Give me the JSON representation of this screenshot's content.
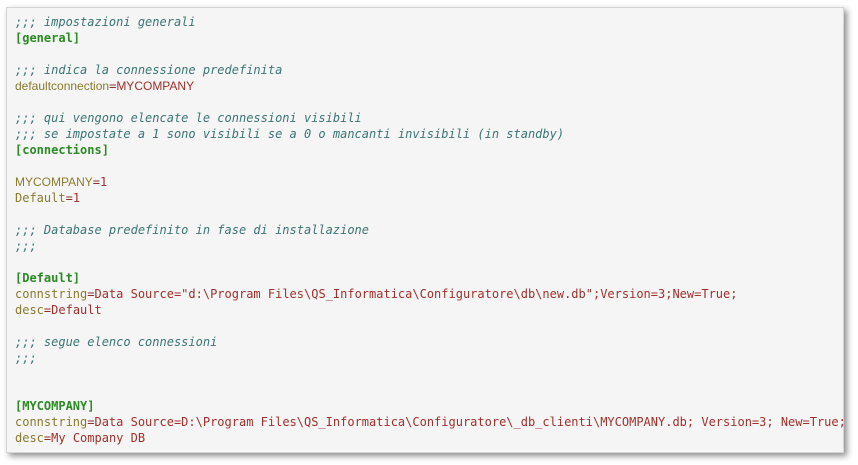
{
  "lines": [
    {
      "type": "comment",
      "text": ";;; impostazioni generali"
    },
    {
      "type": "section",
      "text": "[general]"
    },
    {
      "type": "blank"
    },
    {
      "type": "comment",
      "text": ";;; indica la connessione predefinita"
    },
    {
      "type": "kv",
      "key": "defaultconnection",
      "value": "MYCOMPANY"
    },
    {
      "type": "blank"
    },
    {
      "type": "comment",
      "text": ";;; qui vengono elencate le connessioni visibili"
    },
    {
      "type": "comment",
      "text": ";;; se impostate a 1 sono visibili se a 0 o mancanti invisibili (in standby)"
    },
    {
      "type": "section",
      "text": "[connections]"
    },
    {
      "type": "blank"
    },
    {
      "type": "kv",
      "key": "MYCOMPANY",
      "value": "1"
    },
    {
      "type": "kv",
      "key": "Default",
      "value": "1"
    },
    {
      "type": "blank"
    },
    {
      "type": "comment",
      "text": ";;; Database predefinito in fase di installazione"
    },
    {
      "type": "comment",
      "text": ";;;"
    },
    {
      "type": "blank"
    },
    {
      "type": "section",
      "text": "[Default]"
    },
    {
      "type": "kv",
      "key": "connstring",
      "value": "Data Source=\"d:\\Program Files\\QS_Informatica\\Configuratore\\db\\new.db\";Version=3;New=True;"
    },
    {
      "type": "kv",
      "key": "desc",
      "value": "Default"
    },
    {
      "type": "blank"
    },
    {
      "type": "comment",
      "text": ";;; segue elenco connessioni"
    },
    {
      "type": "comment",
      "text": ";;;"
    },
    {
      "type": "blank"
    },
    {
      "type": "blank"
    },
    {
      "type": "section",
      "text": "[MYCOMPANY]"
    },
    {
      "type": "kv",
      "key": "connstring",
      "value": "Data Source=D:\\Program Files\\QS_Informatica\\Configuratore\\_db_clienti\\MYCOMPANY.db; Version=3; New=True;"
    },
    {
      "type": "kv",
      "key": "desc",
      "value": "My Company DB"
    }
  ]
}
